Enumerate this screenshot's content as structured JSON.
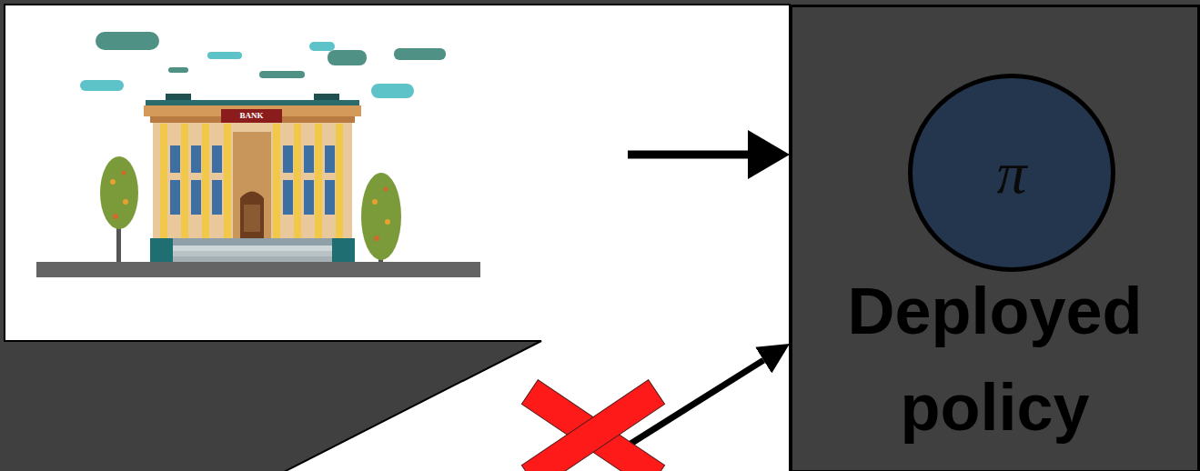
{
  "diagram": {
    "nodes": [
      {
        "text": [
          "BANK"
        ]
      },
      {
        "text": [
          "Deployed policy"
        ]
      },
      {
        "text": [
          "π"
        ],
        "in": 1
      }
    ],
    "edges": [
      {
        "from": 0,
        "to": 1,
        "arrow": "to"
      },
      {
        "from": 0,
        "to": 1,
        "arrow": "to"
      }
    ]
  }
}
